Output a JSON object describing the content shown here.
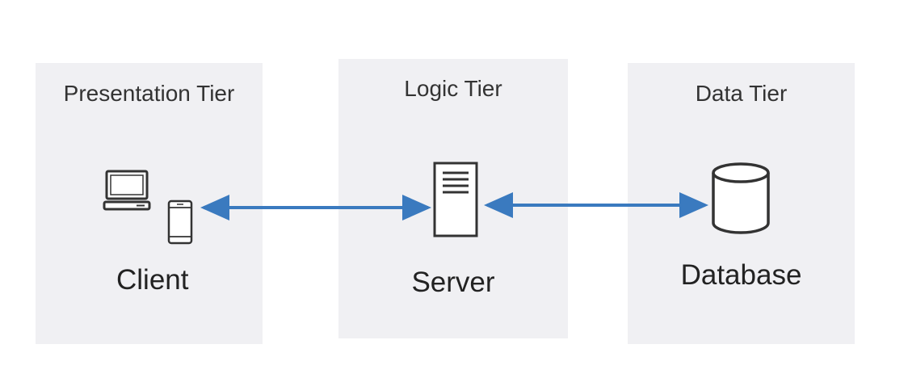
{
  "tiers": {
    "presentation": {
      "title": "Presentation Tier",
      "node": "Client"
    },
    "logic": {
      "title": "Logic Tier",
      "node": "Server"
    },
    "data": {
      "title": "Data Tier",
      "node": "Database"
    }
  },
  "icons": {
    "presentation": [
      "laptop-icon",
      "mobile-phone-icon"
    ],
    "logic": [
      "server-icon"
    ],
    "data": [
      "database-icon"
    ]
  },
  "colors": {
    "tier_background": "#f0f0f3",
    "arrow": "#3a7abf",
    "icon_stroke": "#333333",
    "text": "#333333"
  }
}
